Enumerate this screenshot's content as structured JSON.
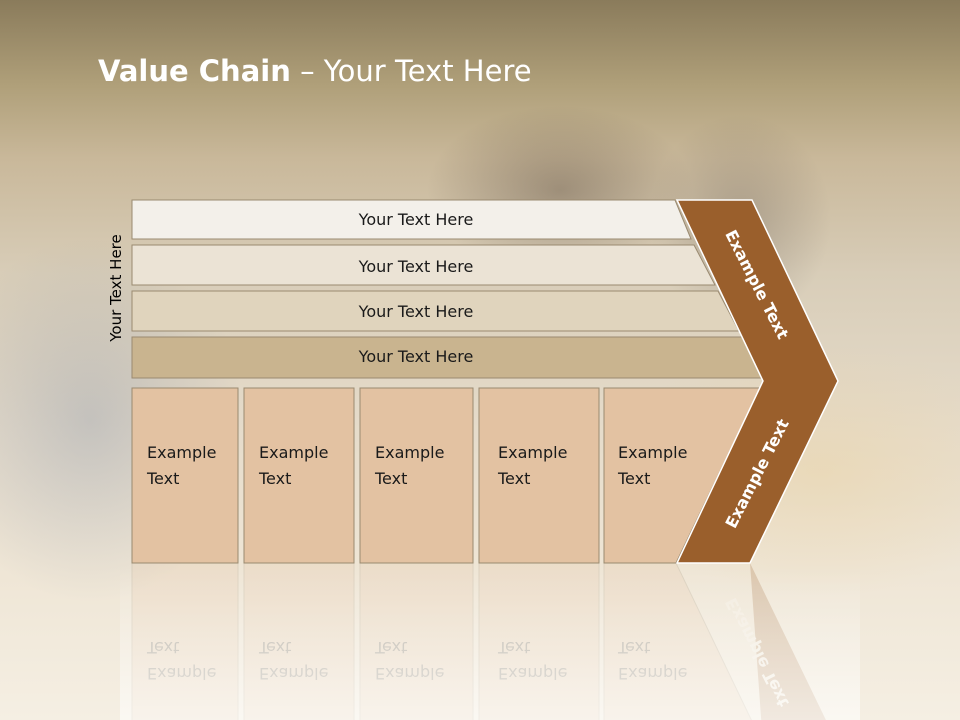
{
  "title": {
    "bold": "Value Chain",
    "rest": " – Your Text Here"
  },
  "side_label": "Your Text Here",
  "support_rows": [
    "Your Text Here",
    "Your Text Here",
    "Your Text Here",
    "Your Text Here"
  ],
  "primary_boxes": [
    {
      "line1": "Example",
      "line2": "Text"
    },
    {
      "line1": "Example",
      "line2": "Text"
    },
    {
      "line1": "Example",
      "line2": "Text"
    },
    {
      "line1": "Example",
      "line2": "Text"
    },
    {
      "line1": "Example",
      "line2": "Text"
    }
  ],
  "margin": {
    "upper": "Example Text",
    "lower": "Example Text"
  },
  "colors": {
    "chevron": "#9a5f2c",
    "row_fills": [
      "#f3f0ea",
      "#ebe3d5",
      "#e0d4bd",
      "#c9b48f"
    ],
    "box_fill": "#e3c2a2"
  }
}
